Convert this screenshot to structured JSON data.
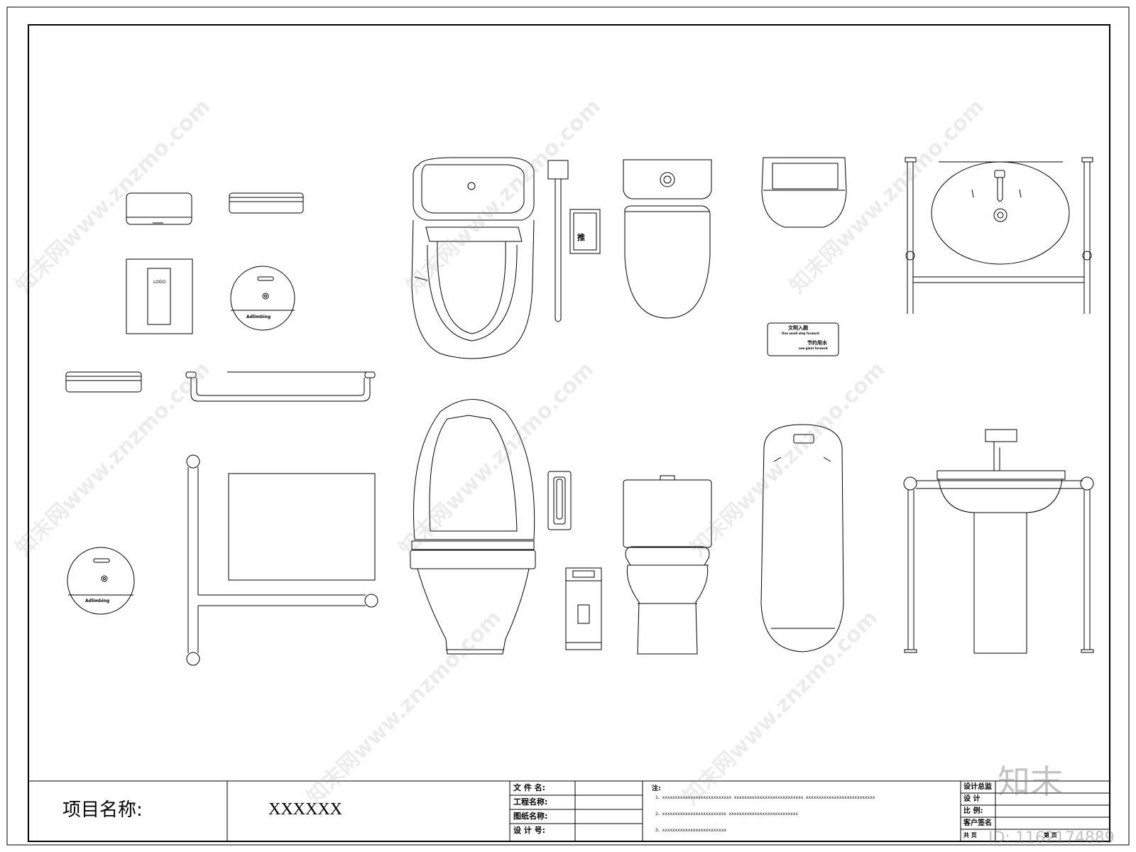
{
  "title_block": {
    "project_label": "项目名称:",
    "project_value": "XXXXXX",
    "file_name_label": "文 件 名:",
    "engineering_name_label": "工程名称:",
    "drawing_name_label": "图纸名称:",
    "design_no_label": "设 计 号:",
    "notes_label": "注:",
    "note_1": "1、xxxxxxxxxxxxxxxxxxxxxxxxxxx     xxxxxxxxxxxxxxxxxxxxxxxxxxx     xxxxxxxxxxxxxxxxxxxxxxxxxxx",
    "note_2": "2、xxxxxxxxxxxxxxxxxxxxxxxxx     xxxxxxxxxxxxxxxxxxxxxxxxxxx",
    "note_3": "3、xxxxxxxxxxxxxxxxxxxxxxxxx",
    "design_supervisor_label": "设计总监",
    "designer_label": "设  计",
    "scale_label": "比  例:",
    "client_sign_label": "客户签名",
    "total_label": "共    页",
    "page_label": "第    页"
  },
  "fixtures": {
    "dispenser_logo": "LOGO",
    "brand_top": "Adlimbing",
    "brand_bottom": "Adlimbing",
    "flush_label": "推",
    "sign_cn_1": "文明入厕",
    "sign_en_1": "One small step forward",
    "sign_cn_2": "节约用水",
    "sign_en_2": "one giant forward"
  },
  "watermark": {
    "text": "知末网www.znzmo.com",
    "logo": "知末",
    "id_text": "ID: 1162174889"
  },
  "colors": {
    "line": "#000000",
    "watermark": "#969696"
  }
}
